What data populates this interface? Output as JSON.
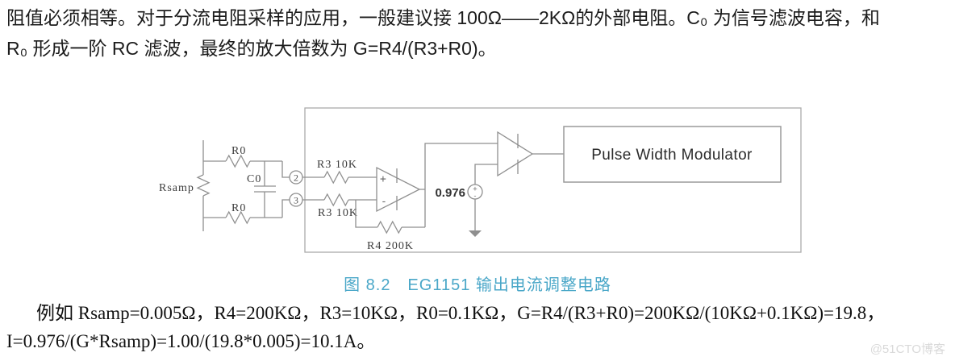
{
  "colors": {
    "caption_blue": "#4aa7c8",
    "body_text": "#1c1c1c",
    "wire_gray": "#8f8f8f",
    "watermark_gray": "#d9d9d9"
  },
  "paragraph_top": {
    "line1": "阻值必须相等。对于分流电阻采样的应用，一般建议接 100Ω——2KΩ的外部电阻。C₀ 为信号滤波电容，和",
    "line2": "R₀ 形成一阶 RC 滤波，最终的放大倍数为 G=R4/(R3+R0)。"
  },
  "figure": {
    "caption": "图 8.2　EG1151 输出电流调整电路",
    "labels": {
      "rsamp": "Rsamp",
      "r0_top": "R0",
      "r0_bottom": "R0",
      "c0": "C0",
      "pin2": "2",
      "pin3": "3",
      "r3_top": "R3 10K",
      "r3_bottom": "R3 10K",
      "r4": "R4 200K",
      "opamp_plus": "+",
      "opamp_minus": "-",
      "vref_value": "0.976",
      "vref_plus": "+",
      "vref_minus": "-",
      "pwm": "Pulse Width Modulator"
    }
  },
  "paragraph_bottom": {
    "line1": "例如 Rsamp=0.005Ω，R4=200KΩ，R3=10KΩ，R0=0.1KΩ，G=R4/(R3+R0)=200KΩ/(10KΩ+0.1KΩ)=19.8，",
    "line2": "I=0.976/(G*Rsamp)=1.00/(19.8*0.005)=10.1A。"
  },
  "watermark": "@51CTO博客"
}
